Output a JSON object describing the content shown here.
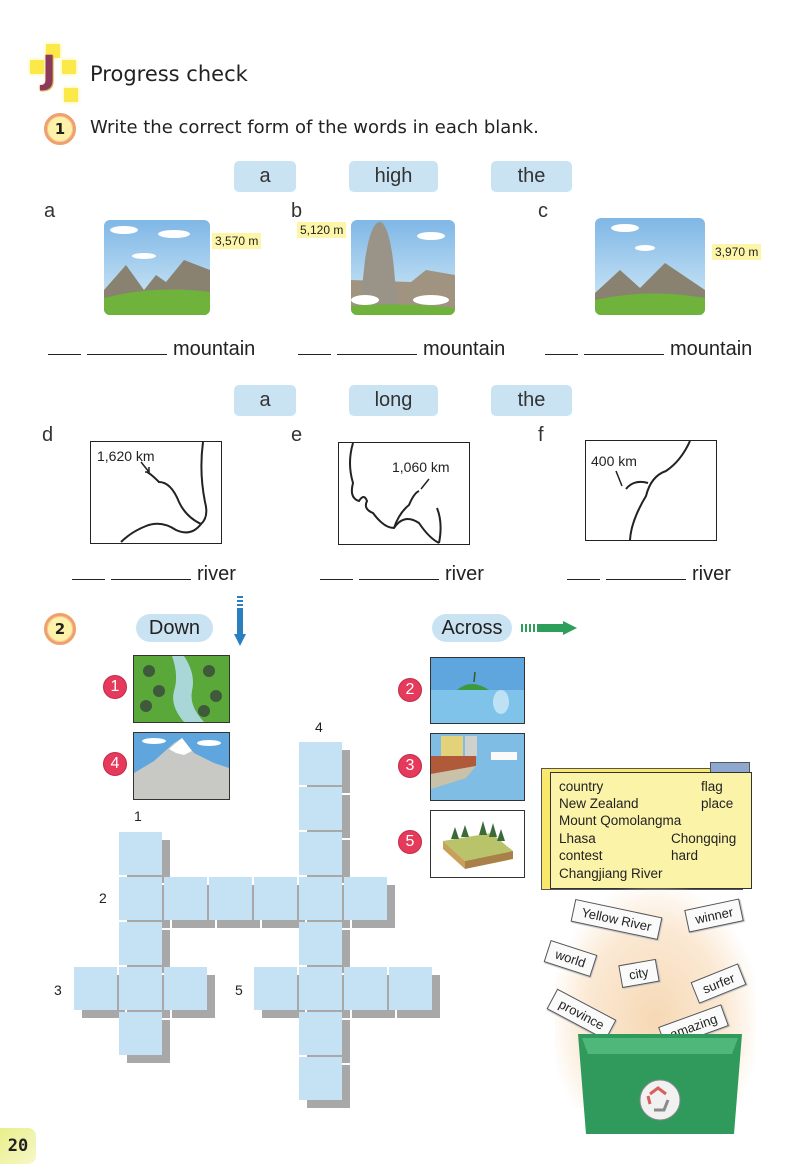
{
  "section": {
    "letter": "J",
    "title": "Progress check"
  },
  "exercise1": {
    "number": "1",
    "instruction": "Write the correct form of the words in each blank.",
    "mountain_chips": [
      "a",
      "high",
      "the"
    ],
    "mountains": [
      {
        "letter": "a",
        "height": "3,570 m",
        "noun": "mountain"
      },
      {
        "letter": "b",
        "height": "5,120 m",
        "noun": "mountain"
      },
      {
        "letter": "c",
        "height": "3,970 m",
        "noun": "mountain"
      }
    ],
    "river_chips": [
      "a",
      "long",
      "the"
    ],
    "rivers": [
      {
        "letter": "d",
        "length": "1,620 km",
        "noun": "river"
      },
      {
        "letter": "e",
        "length": "1,060 km",
        "noun": "river"
      },
      {
        "letter": "f",
        "length": "400 km",
        "noun": "river"
      }
    ]
  },
  "exercise2": {
    "number": "2",
    "down_label": "Down",
    "across_label": "Across",
    "down_clues": [
      {
        "number": "1",
        "picture": "forest river"
      },
      {
        "number": "4",
        "picture": "snowy mountain"
      }
    ],
    "across_clues": [
      {
        "number": "2",
        "picture": "island in sea"
      },
      {
        "number": "3",
        "picture": "harbour city"
      },
      {
        "number": "5",
        "picture": "land block"
      }
    ],
    "grid_numbers": [
      "1",
      "2",
      "3",
      "4",
      "5"
    ],
    "word_box": {
      "items": [
        {
          "text": "country"
        },
        {
          "text": "flag"
        },
        {
          "text": "New Zealand"
        },
        {
          "text": "place"
        },
        {
          "text": "Mount Qomolangma"
        },
        {
          "text": "Lhasa"
        },
        {
          "text": "Chongqing"
        },
        {
          "text": "contest"
        },
        {
          "text": "hard"
        },
        {
          "text": "Changjiang River"
        }
      ]
    },
    "discarded_words": [
      "Yellow River",
      "winner",
      "world",
      "city",
      "surfer",
      "province",
      "amazing"
    ]
  },
  "page_number": "20"
}
